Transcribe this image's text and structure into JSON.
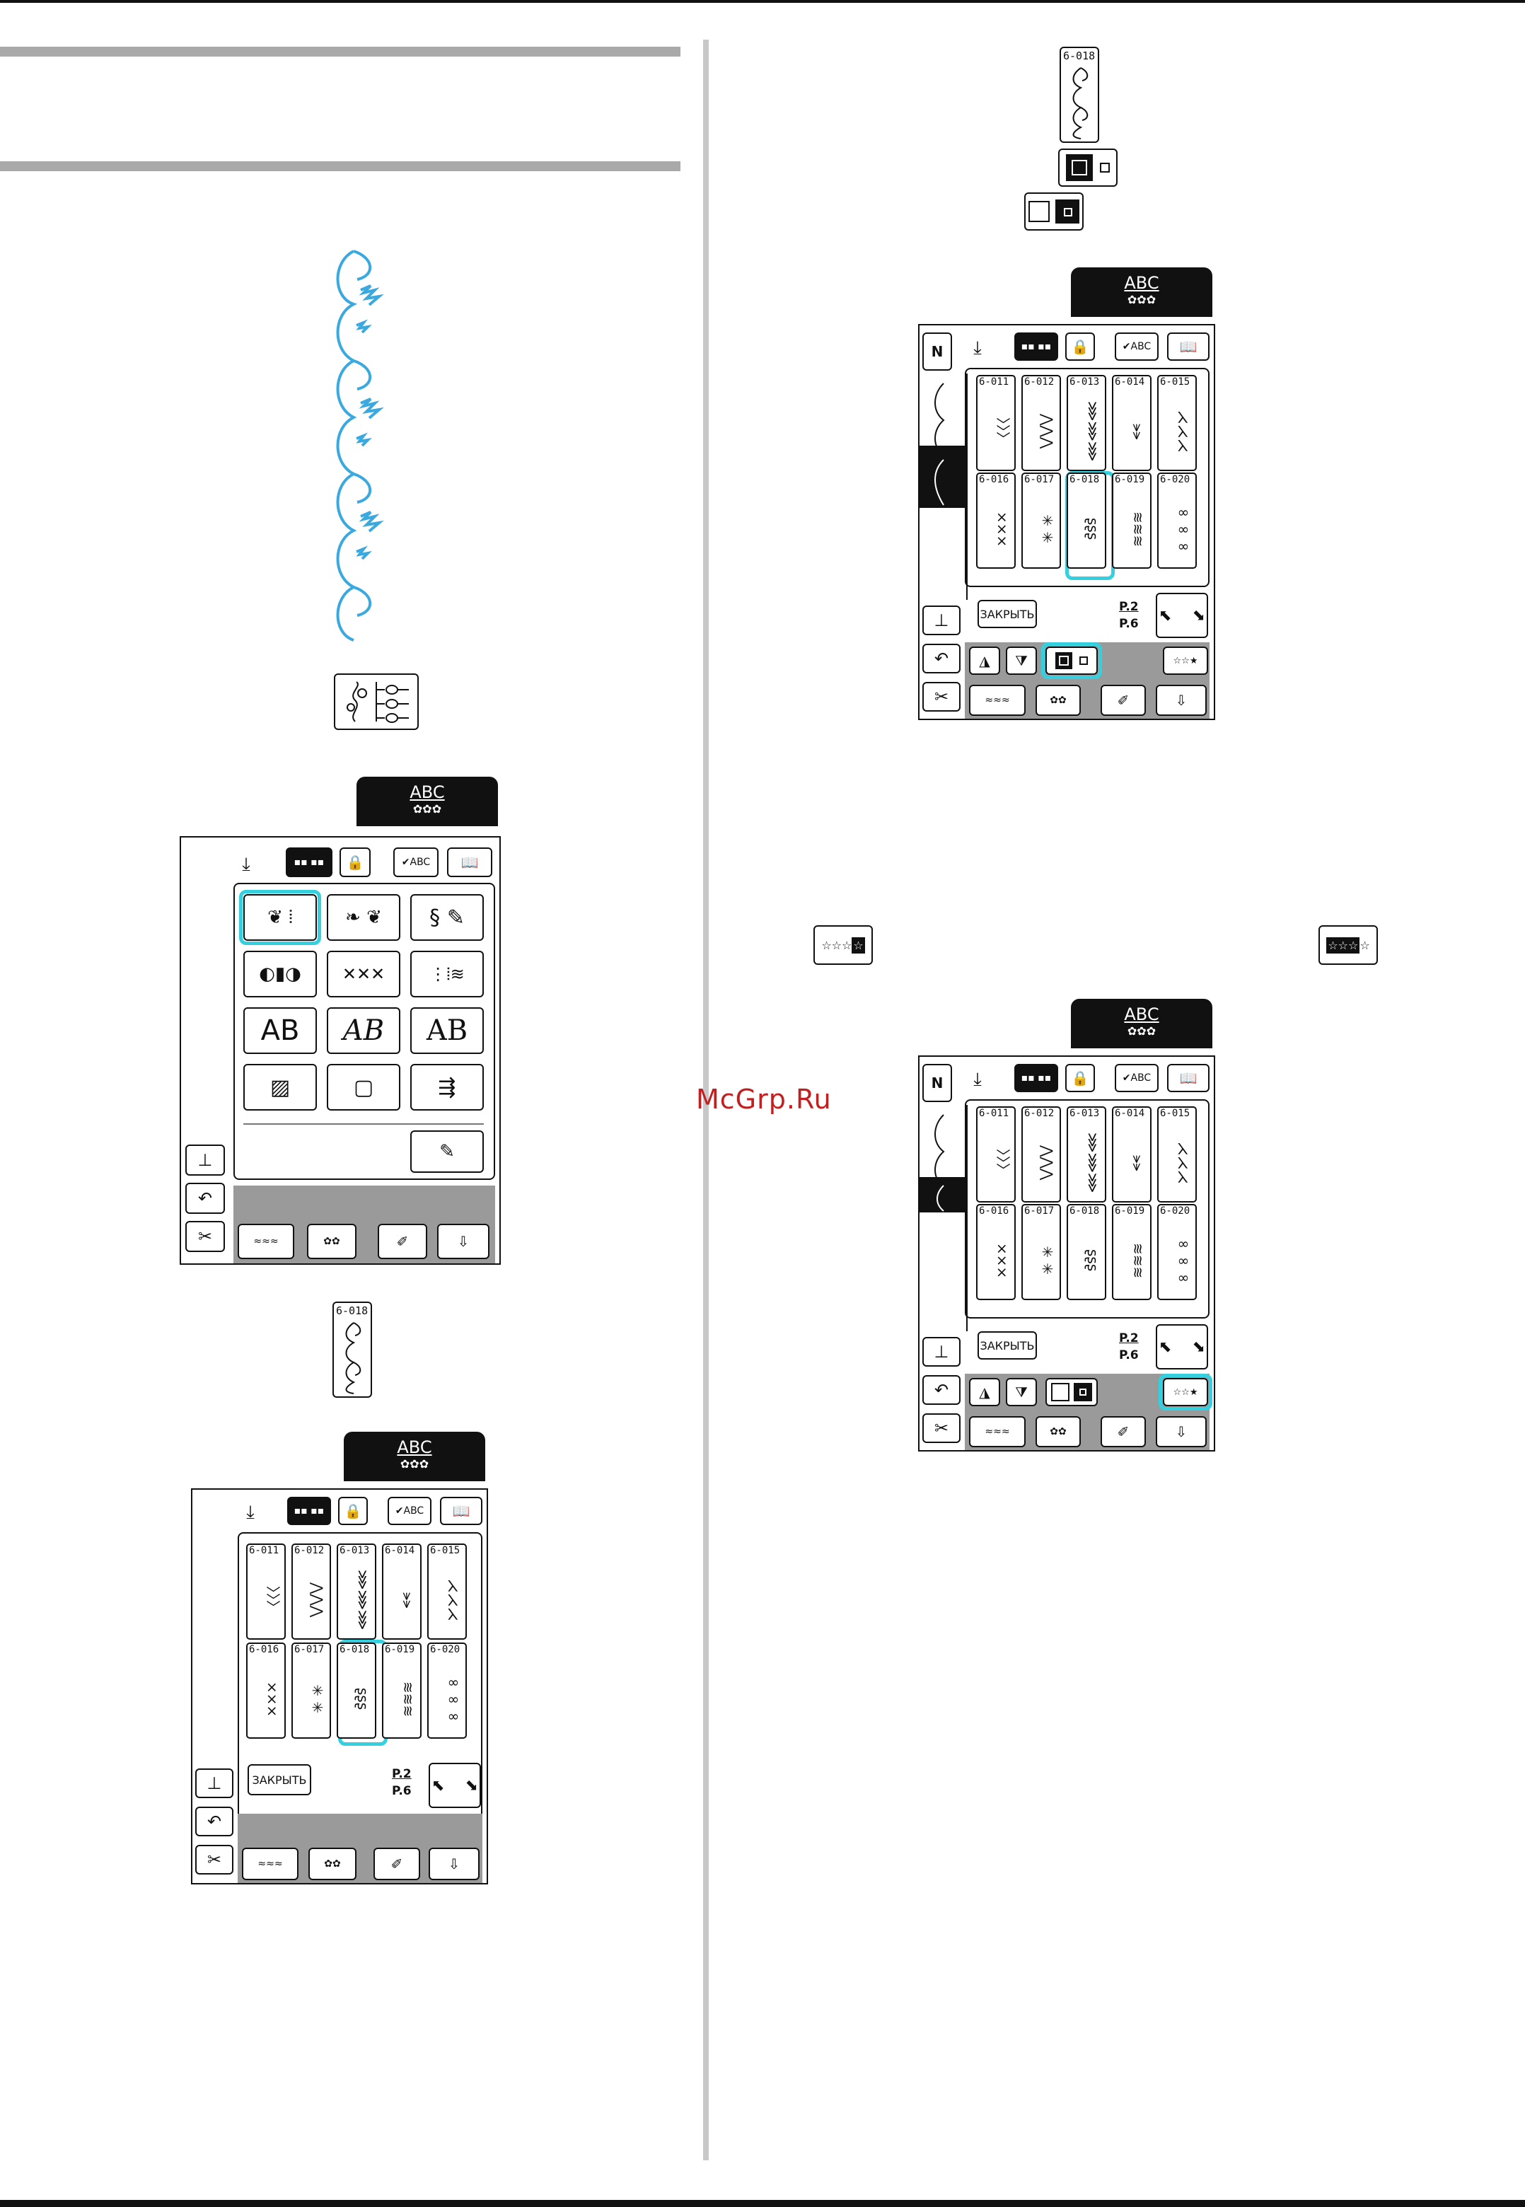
{
  "watermark": "McGrp.Ru",
  "screen_abc_label": "ABC",
  "close_label": "ЗАКРЫТЬ",
  "page_indicator": {
    "current": "P.2",
    "total": "P.6"
  },
  "preview_stitch_code": "6-018",
  "category_keys": [
    "AB",
    "AB",
    "AB"
  ],
  "pattern_codes_row1": [
    "6-011",
    "6-012",
    "6-013",
    "6-014",
    "6-015"
  ],
  "pattern_codes_row2": [
    "6-016",
    "6-017",
    "6-018",
    "6-019",
    "6-020"
  ],
  "top_toolbar_text": "ABC",
  "colors": {
    "highlight": "#35d0e0",
    "stitch_preview": "#3aa9e0",
    "section_bar": "#a9a9a9"
  }
}
